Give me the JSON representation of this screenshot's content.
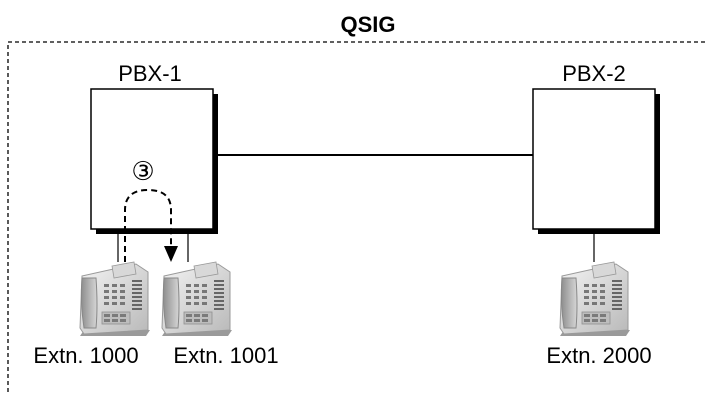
{
  "network": {
    "title": "QSIG"
  },
  "pbx1": {
    "label": "PBX-1"
  },
  "pbx2": {
    "label": "PBX-2"
  },
  "step": {
    "marker": "③"
  },
  "extensions": [
    {
      "label": "Extn. 1000",
      "icon": "desk-phone-icon"
    },
    {
      "label": "Extn. 1001",
      "icon": "desk-phone-icon"
    },
    {
      "label": "Extn. 2000",
      "icon": "desk-phone-icon"
    }
  ]
}
